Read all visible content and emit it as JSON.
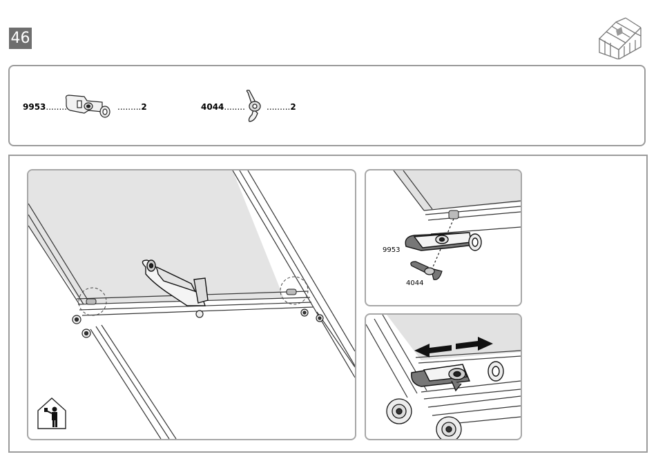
{
  "step": {
    "number": "46"
  },
  "parts": [
    {
      "code": "9953",
      "dots": "........",
      "qty_dots": ".........",
      "qty": "2",
      "icon": "latch-bracket-icon"
    },
    {
      "code": "4044",
      "dots": "........",
      "qty_dots": ".........",
      "qty": "2",
      "icon": "wing-nut-icon"
    }
  ],
  "detail_labels": {
    "bracket": "9953",
    "nut": "4044"
  }
}
